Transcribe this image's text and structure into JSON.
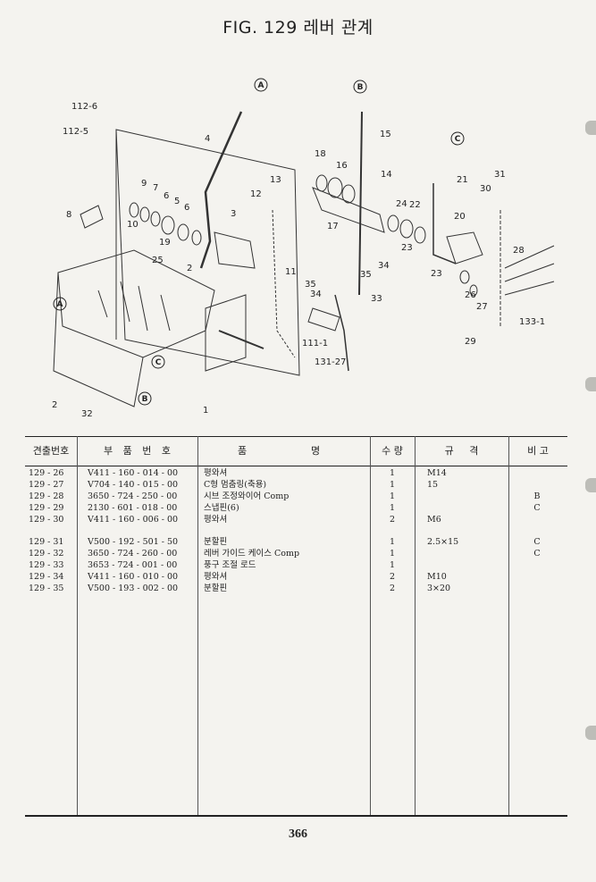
{
  "page": {
    "title": "FIG. 129 레버 관계",
    "page_number": "366"
  },
  "diagram": {
    "circle_labels": [
      "A",
      "B",
      "C",
      "A",
      "C",
      "B"
    ],
    "callouts": [
      "112-6",
      "112-5",
      "4",
      "15",
      "18",
      "16",
      "14",
      "13",
      "12",
      "9",
      "7",
      "6",
      "5",
      "6",
      "3",
      "8",
      "10",
      "19",
      "2",
      "25",
      "11",
      "17",
      "24",
      "22",
      "21",
      "31",
      "30",
      "20",
      "28",
      "35",
      "34",
      "35",
      "34",
      "23",
      "23",
      "33",
      "26",
      "27",
      "133-1",
      "111-1",
      "131-27",
      "29",
      "2",
      "32",
      "1"
    ]
  },
  "table": {
    "headers": {
      "ref": "견출번호",
      "part": "부 품 번 호",
      "desc_left": "품",
      "desc_right": "명",
      "qty": "수 량",
      "spec": "규 격",
      "note": "비 고"
    },
    "rows": [
      {
        "ref": "129 - 26",
        "part": "V411 - 160 - 014 - 00",
        "desc": "평와셔",
        "qty": "1",
        "spec": "M14",
        "note": ""
      },
      {
        "ref": "129 - 27",
        "part": "V704 - 140 - 015 - 00",
        "desc": "C형 멈춤링(축용)",
        "qty": "1",
        "spec": "15",
        "note": ""
      },
      {
        "ref": "129 - 28",
        "part": "3650 - 724 - 250 - 00",
        "desc": "시브 조정와이어 Comp",
        "qty": "1",
        "spec": "",
        "note": "B"
      },
      {
        "ref": "129 - 29",
        "part": "2130 - 601 - 018 - 00",
        "desc": "스냅핀(6)",
        "qty": "1",
        "spec": "",
        "note": "C"
      },
      {
        "ref": "129 - 30",
        "part": "V411 - 160 - 006 - 00",
        "desc": "평와셔",
        "qty": "2",
        "spec": "M6",
        "note": ""
      },
      {
        "ref": "129 - 31",
        "part": "V500 - 192 - 501 - 50",
        "desc": "분할핀",
        "qty": "1",
        "spec": "2.5×15",
        "note": "C"
      },
      {
        "ref": "129 - 32",
        "part": "3650 - 724 - 260 - 00",
        "desc": "레버 가이드 케이스 Comp",
        "qty": "1",
        "spec": "",
        "note": "C"
      },
      {
        "ref": "129 - 33",
        "part": "3653 - 724 - 001 - 00",
        "desc": "풍구 조절 로드",
        "qty": "1",
        "spec": "",
        "note": ""
      },
      {
        "ref": "129 - 34",
        "part": "V411 - 160 - 010 - 00",
        "desc": "평와셔",
        "qty": "2",
        "spec": "M10",
        "note": ""
      },
      {
        "ref": "129 - 35",
        "part": "V500 - 193 - 002 - 00",
        "desc": "분할핀",
        "qty": "2",
        "spec": "3×20",
        "note": ""
      }
    ]
  }
}
